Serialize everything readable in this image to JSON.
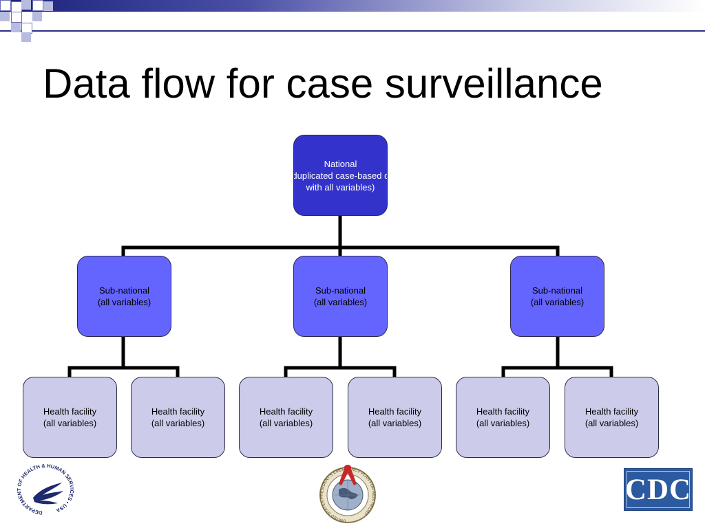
{
  "slide": {
    "title": "Data flow for case surveillance"
  },
  "diagram": {
    "national": {
      "line1": "National",
      "line2": "(unduplicated case-based data",
      "line3": "with all variables)"
    },
    "subnational": [
      {
        "line1": "Sub-national",
        "line2": "(all variables)"
      },
      {
        "line1": "Sub-national",
        "line2": "(all variables)"
      },
      {
        "line1": "Sub-national",
        "line2": "(all variables)"
      }
    ],
    "facilities": [
      {
        "line1": "Health facility",
        "line2": "(all variables)"
      },
      {
        "line1": "Health facility",
        "line2": "(all variables)"
      },
      {
        "line1": "Health facility",
        "line2": "(all variables)"
      },
      {
        "line1": "Health facility",
        "line2": "(all variables)"
      },
      {
        "line1": "Health facility",
        "line2": "(all variables)"
      },
      {
        "line1": "Health facility",
        "line2": "(all variables)"
      }
    ]
  },
  "logos": {
    "hhs_seal_text": "DEPARTMENT OF HEALTH & HUMAN SERVICES • USA",
    "pepfar_seal_text": "UNITED STATES PRESIDENT'S EMERGENCY PLAN FOR AIDS RELIEF",
    "cdc_label": "CDC"
  },
  "colors": {
    "national_fill": "#3333cc",
    "subnational_fill": "#6464ff",
    "facility_fill": "#ccccea",
    "connector": "#000000",
    "header_accent": "#2b2f86"
  }
}
